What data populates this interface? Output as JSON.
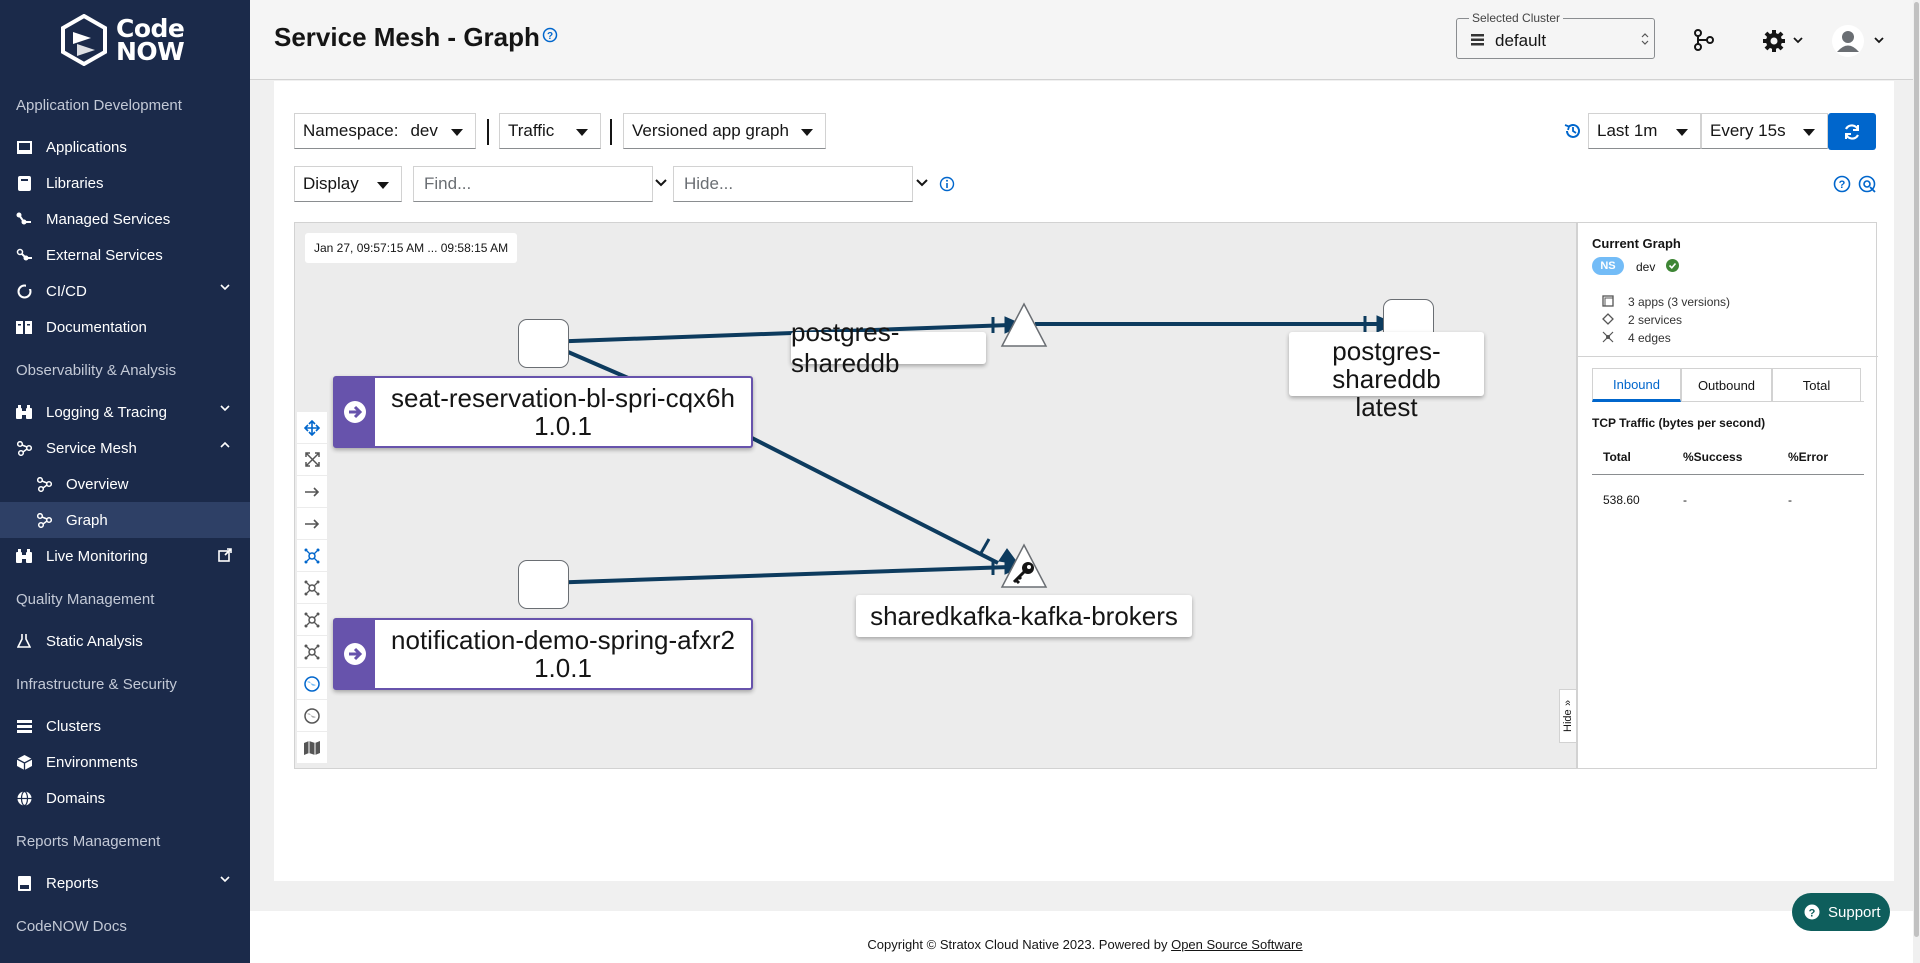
{
  "sidebar": {
    "logo_line1": "Code",
    "logo_line2": "NOW",
    "sections": [
      {
        "label": "Application Development"
      },
      {
        "label": "Observability & Analysis"
      },
      {
        "label": "Quality Management"
      },
      {
        "label": "Infrastructure & Security"
      },
      {
        "label": "Reports Management"
      }
    ],
    "items": [
      {
        "label": "Applications",
        "icon": "monitor-icon"
      },
      {
        "label": "Libraries",
        "icon": "book-icon"
      },
      {
        "label": "Managed Services",
        "icon": "services-icon"
      },
      {
        "label": "External Services",
        "icon": "external-services-icon"
      },
      {
        "label": "CI/CD",
        "icon": "cicd-icon"
      },
      {
        "label": "Documentation",
        "icon": "documentation-icon"
      },
      {
        "label": "Logging & Tracing",
        "icon": "binoculars-icon"
      },
      {
        "label": "Service Mesh",
        "icon": "mesh-icon"
      },
      {
        "label": "Overview",
        "icon": "mesh-icon"
      },
      {
        "label": "Graph",
        "icon": "mesh-icon"
      },
      {
        "label": "Live Monitoring",
        "icon": "binoculars-icon"
      },
      {
        "label": "Static Analysis",
        "icon": "flask-icon"
      },
      {
        "label": "Clusters",
        "icon": "list-icon"
      },
      {
        "label": "Environments",
        "icon": "cube-icon"
      },
      {
        "label": "Domains",
        "icon": "globe-icon"
      },
      {
        "label": "Reports",
        "icon": "report-icon"
      }
    ],
    "docs_label": "CodeNOW Docs"
  },
  "header": {
    "title": "Service Mesh - Graph",
    "cluster_label": "Selected Cluster",
    "cluster_value": "default"
  },
  "toolbar": {
    "namespace_label": "Namespace:",
    "namespace_value": "dev",
    "traffic": "Traffic",
    "graph_type": "Versioned app graph",
    "time_range": "Last 1m",
    "refresh_interval": "Every 15s",
    "display": "Display",
    "find_placeholder": "Find...",
    "hide_placeholder": "Hide..."
  },
  "graph": {
    "timestamp": "Jan 27, 09:57:15 AM ... 09:58:15 AM",
    "nodes": [
      {
        "label_line1": "seat-reservation-bl-spri-cqx6h",
        "label_line2": "1.0.1"
      },
      {
        "label_line1": "notification-demo-spring-afxr2",
        "label_line2": "1.0.1"
      },
      {
        "label_line1": "postgres-shareddb",
        "label_line2": ""
      },
      {
        "label_line1": "postgres-shareddb",
        "label_line2": "latest"
      },
      {
        "label_line1": "sharedkafka-kafka-brokers",
        "label_line2": ""
      }
    ],
    "hide_label": "Hide"
  },
  "summary": {
    "title": "Current Graph",
    "ns_badge": "NS",
    "namespace": "dev",
    "apps": "3 apps (3 versions)",
    "services": "2 services",
    "edges": "4 edges",
    "tabs": [
      "Inbound",
      "Outbound",
      "Total"
    ],
    "traffic_heading": "TCP Traffic (bytes per second)",
    "columns": [
      "Total",
      "%Success",
      "%Error"
    ],
    "row": [
      "538.60",
      "-",
      "-"
    ]
  },
  "footer": {
    "text": "Copyright © Stratox Cloud Native 2023. Powered by ",
    "link": "Open Source Software"
  },
  "support_label": "Support",
  "colors": {
    "sidebar": "#1b2a4a",
    "accent": "#0066cc",
    "edge": "#0d3b5e",
    "workload": "#6753ac"
  }
}
